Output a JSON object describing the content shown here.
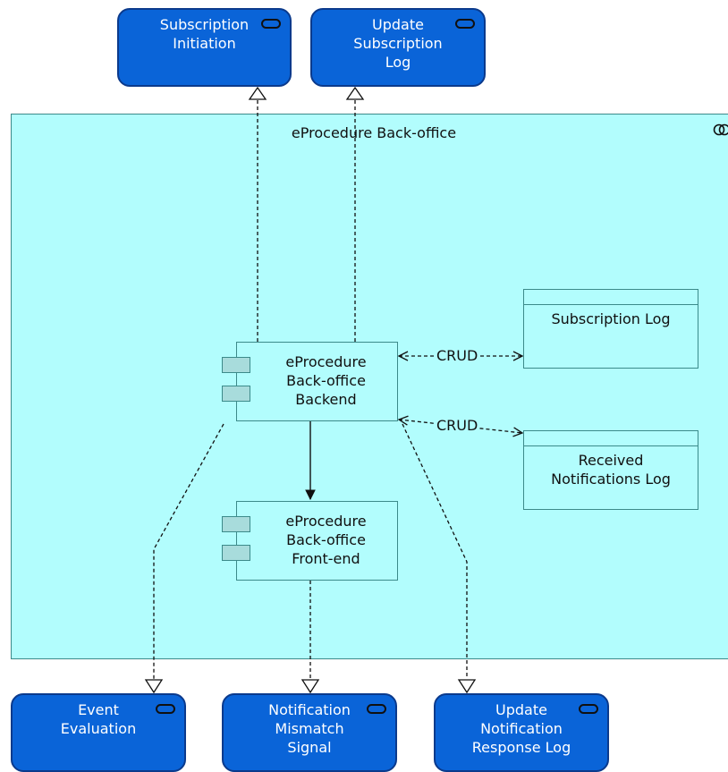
{
  "node": {
    "title": "eProcedure Back-office",
    "icon": "node-icon"
  },
  "services": {
    "subscription_initiation": "Subscription\nInitiation",
    "update_subscription_log": "Update\nSubscription\nLog",
    "event_evaluation": "Event\nEvaluation",
    "notification_mismatch_signal": "Notification\nMismatch\nSignal",
    "update_notification_response_log": "Update\nNotification\nResponse Log"
  },
  "components": {
    "backend": "eProcedure\nBack-office\nBackend",
    "frontend": "eProcedure\nBack-office\nFront-end"
  },
  "data_objects": {
    "subscription_log": "Subscription Log",
    "received_notifications_log": "Received\nNotifications Log"
  },
  "connectors": {
    "crud_1": "CRUD",
    "crud_2": "CRUD"
  },
  "colors": {
    "service_fill": "#0a64d8",
    "node_fill": "#b2fdfd",
    "component_tab": "#a8dcdc"
  }
}
